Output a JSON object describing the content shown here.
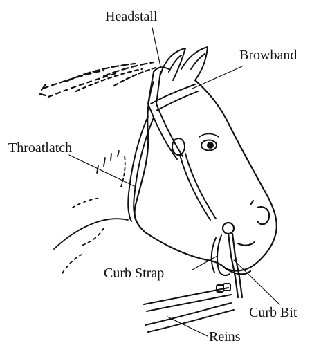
{
  "labels": {
    "headstall": "Headstall",
    "browband": "Browband",
    "throatlatch": "Throatlatch",
    "curb_strap": "Curb Strap",
    "curb_bit": "Curb Bit",
    "reins": "Reins"
  },
  "colors": {
    "ink": "#111111",
    "background": "#ffffff"
  }
}
